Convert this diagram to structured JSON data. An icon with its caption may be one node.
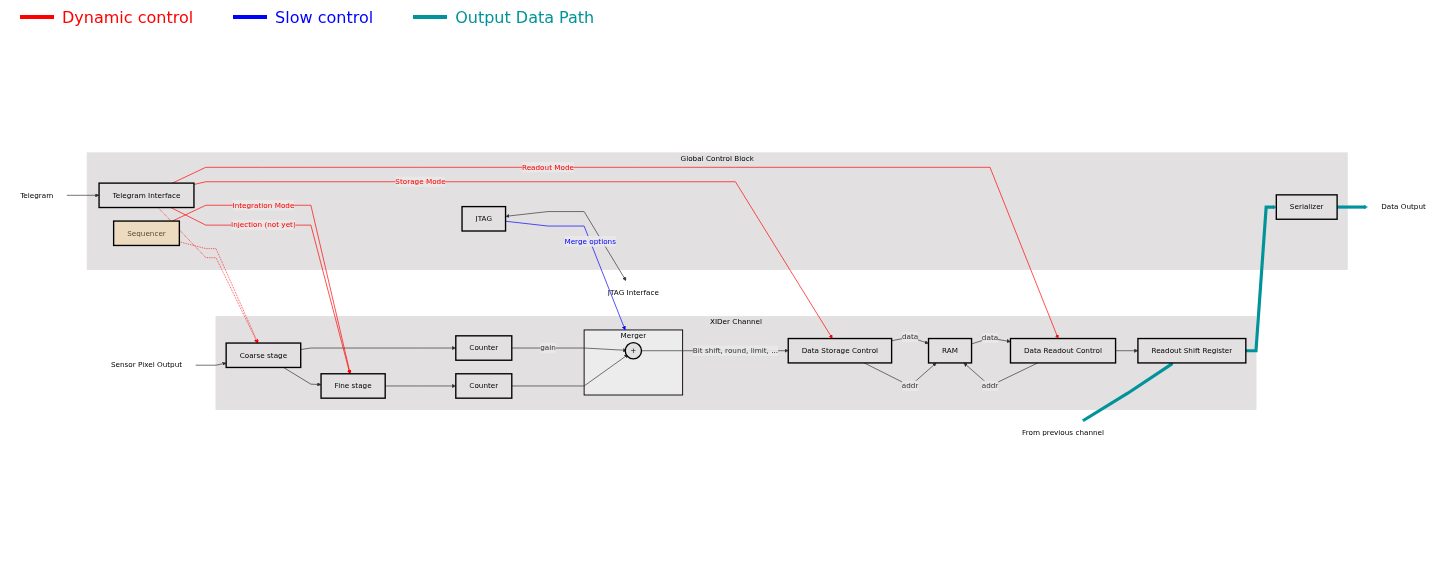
{
  "diagram": {
    "nodes": [
      {
        "text": [
          "XIDer Channel"
        ]
      },
      {
        "text": [
          "Sensor Pixel Output"
        ]
      },
      {
        "text": [
          "Coarse stage"
        ],
        "in": 0
      },
      {
        "text": [
          "Fine stage"
        ],
        "in": 0
      },
      {
        "text": [
          "Counter"
        ],
        "in": 0
      },
      {
        "text": [
          "Counter"
        ],
        "in": 0
      },
      {
        "text": [
          "Merger"
        ],
        "in": 0
      },
      {
        "text": [
          "+"
        ],
        "in": 6
      },
      {
        "text": [
          "Data Storage Control"
        ],
        "in": 0
      },
      {
        "text": [
          "RAM"
        ],
        "in": 0
      },
      {
        "text": [
          "Data Readout Control"
        ],
        "in": 0
      },
      {
        "text": [
          "From previous channel"
        ]
      },
      {
        "text": [
          "Readout Shift Register"
        ],
        "in": 0
      },
      {
        "text": [
          "Global Control Block"
        ]
      },
      {
        "text": [
          "Sequencer"
        ],
        "in": 13
      },
      {
        "text": [
          "JTAG"
        ],
        "in": 13
      },
      {
        "text": [
          "Telegram Interface"
        ],
        "in": 13
      },
      {
        "text": [
          "Serializer"
        ],
        "in": 13
      },
      {
        "text": [
          "JTAG Interface"
        ]
      },
      {
        "text": [
          "Telegram"
        ]
      },
      {
        "text": [
          "Data Output"
        ]
      }
    ],
    "edges": [
      {
        "from": 1,
        "to": 2,
        "arrow": "to"
      },
      {
        "from": 2,
        "to": 4,
        "arrow": "to"
      },
      {
        "from": 3,
        "to": 5,
        "arrow": "to"
      },
      {
        "from": 2,
        "to": 3,
        "arrow": "to"
      },
      {
        "from": 4,
        "to": 7,
        "arrow": "to",
        "label": "gain"
      },
      {
        "from": 5,
        "to": 7,
        "arrow": "to"
      },
      {
        "from": 7,
        "to": 8,
        "arrow": "to",
        "label": "Bit shift, round, limit, ..."
      },
      {
        "from": 8,
        "to": 9,
        "arrow": "to",
        "label": "data"
      },
      {
        "from": 8,
        "to": 9,
        "arrow": "to",
        "label": "addr"
      },
      {
        "from": 9,
        "to": 10,
        "arrow": "to",
        "label": "data"
      },
      {
        "from": 10,
        "to": 9,
        "arrow": "to",
        "label": "addr"
      },
      {
        "from": 10,
        "to": 12,
        "arrow": "to"
      },
      {
        "from": 11,
        "to": 12,
        "arrow": "to",
        "style": "thick",
        "color": "#00939a"
      },
      {
        "from": 12,
        "to": 17,
        "arrow": "to",
        "style": "thick",
        "color": "#00939a"
      },
      {
        "from": 17,
        "to": 20,
        "arrow": "to",
        "style": "thick",
        "color": "#00939a"
      },
      {
        "from": 14,
        "to": 3,
        "arrow": "to",
        "label": "Integration Mode",
        "color": "#ff0000"
      },
      {
        "from": 14,
        "to": 2,
        "arrow": "to",
        "style": "dashed",
        "color": "#ff0000"
      },
      {
        "from": 16,
        "to": 3,
        "arrow": "to",
        "label": "Injection (not yet)",
        "color": "#ff0000"
      },
      {
        "from": 16,
        "to": 2,
        "arrow": "to",
        "style": "dashed",
        "color": "#ff0000"
      },
      {
        "from": 15,
        "to": 6,
        "arrow": "to",
        "label": "Merge options",
        "color": "#0000ff"
      },
      {
        "from": 16,
        "to": 8,
        "arrow": "to",
        "label": "Storage Mode",
        "color": "#ff0000"
      },
      {
        "from": 16,
        "to": 10,
        "arrow": "to",
        "label": "Readout Mode",
        "color": "#ff0000"
      },
      {
        "from": 15,
        "to": 18,
        "arrow": "both"
      },
      {
        "from": 19,
        "to": 16,
        "arrow": "to"
      }
    ],
    "legend": [
      {
        "text": "Dynamic control",
        "color": "#ff0000"
      },
      {
        "text": "Slow control",
        "color": "#0000ff"
      },
      {
        "text": "Output Data Path",
        "color": "#00939a"
      }
    ]
  }
}
